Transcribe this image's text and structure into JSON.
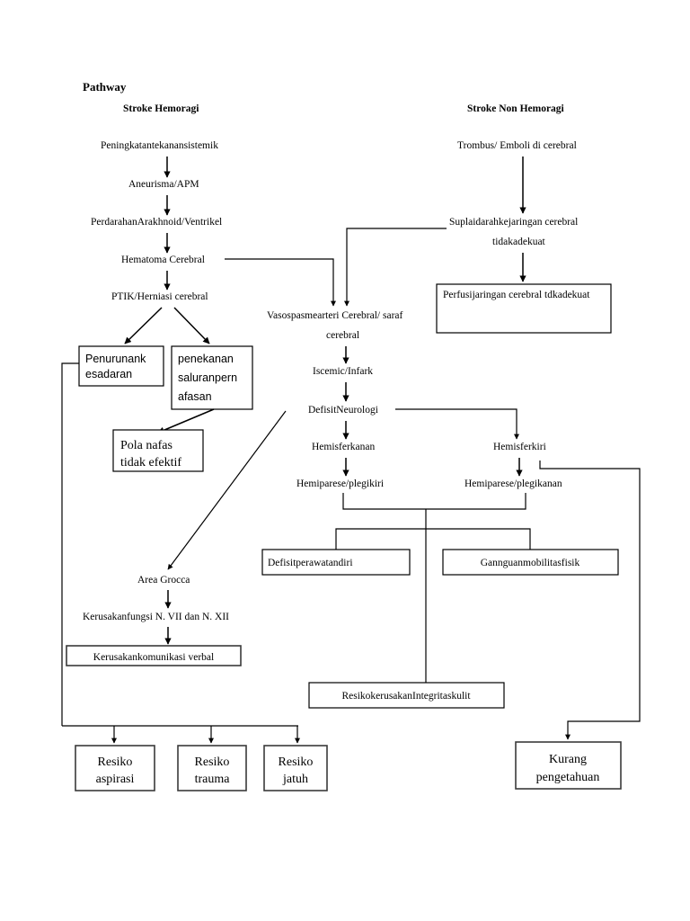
{
  "document": {
    "title": "Pathway",
    "headings": {
      "left": "Stroke Hemoragi",
      "right": "Stroke Non Hemoragi"
    }
  },
  "nodes": {
    "peningkatan": "Peningkatantekanansistemik",
    "aneurisma": "Aneurisma/APM",
    "perdarahan": "PerdarahanArakhnoid/Ventrikel",
    "hematoma": "Hematoma Cerebral",
    "ptik": "PTIK/Herniasi cerebral",
    "trombus": "Trombus/ Emboli di cerebral",
    "suplai_line1": "Suplaidarahkejaringan cerebral",
    "suplai_line2": "tidakadekuat",
    "perfusi": "Perfusijaringan cerebral tdkadekuat",
    "vasospasme_line1": "Vasospasmearteri Cerebral/ saraf",
    "vasospasme_line2": "cerebral",
    "iscemic": "Iscemic/Infark",
    "defisit_neurologi": "DefisitNeurologi",
    "hemisfer_kanan": "Hemisferkanan",
    "hemisfer_kiri": "Hemisferkiri",
    "hemiparese_kiri": "Hemiparese/plegikiri",
    "hemiparese_kanan": "Hemiparese/plegikanan",
    "penurunan_line1": "Penurunank",
    "penurunan_line2": "esadaran",
    "penekanan_line1": "penekanan",
    "penekanan_line2": "saluranpern",
    "penekanan_line3": "afasan",
    "pola_nafas_line1": "Pola nafas",
    "pola_nafas_line2": "tidak efektif",
    "defisit_perawatan": "Defisitperawatandiri",
    "gangguan_mobilitas": "Gannguanmobilitasfisik",
    "area_grocca": "Area Grocca",
    "kerusakan_fungsi": "Kerusakanfungsi N. VII dan N. XII",
    "kerusakan_komunikasi": "Kerusakankomunikasi verbal",
    "resiko_integritas": "ResikokerusakanIntegritaskulit",
    "resiko_aspirasi_line1": "Resiko",
    "resiko_aspirasi_line2": "aspirasi",
    "resiko_trauma_line1": "Resiko",
    "resiko_trauma_line2": "trauma",
    "resiko_jatuh_line1": "Resiko",
    "resiko_jatuh_line2": "jatuh",
    "kurang_line1": "Kurang",
    "kurang_line2": "pengetahuan"
  },
  "colors": {
    "background": "#ffffff",
    "stroke": "#000000",
    "box_stroke": "#3a3a3a",
    "text": "#000000"
  }
}
